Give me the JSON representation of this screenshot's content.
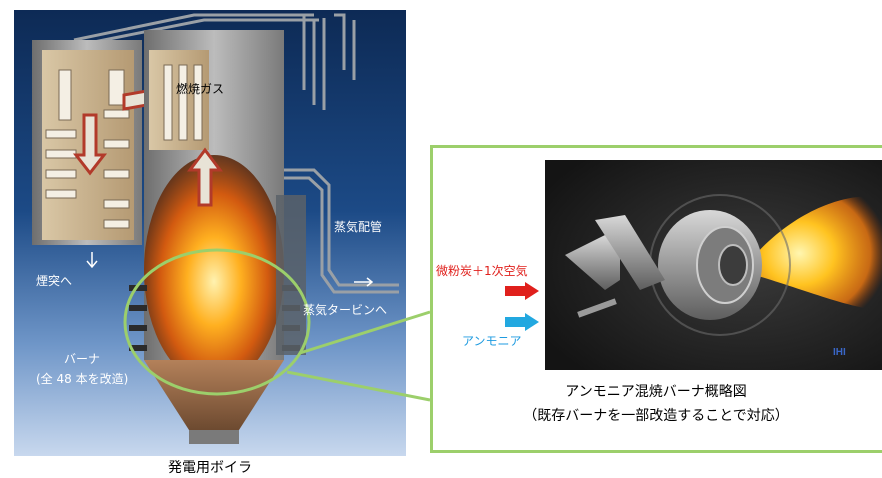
{
  "boiler": {
    "caption": "発電用ボイラ",
    "labels": {
      "combustion_gas": "燃焼ガス",
      "steam_pipe": "蒸気配管",
      "to_chimney": "煙突へ",
      "to_steam_turbine": "蒸気タービンへ",
      "burner": "バーナ",
      "burner_detail": "(全 48 本を改造)"
    }
  },
  "burner_detail": {
    "caption_line1": "アンモニア混焼バーナ概略図",
    "caption_line2": "（既存バーナを一部改造することで対応）",
    "input_coal": "微粉炭＋1次空気",
    "input_ammonia": "アンモニア",
    "logo": "IHI"
  },
  "colors": {
    "frame_green": "#9ccf6b",
    "arrow_red": "#e0201c",
    "arrow_cyan": "#22a8e0",
    "label_red": "#e0201c",
    "label_blue": "#1f9be0"
  }
}
